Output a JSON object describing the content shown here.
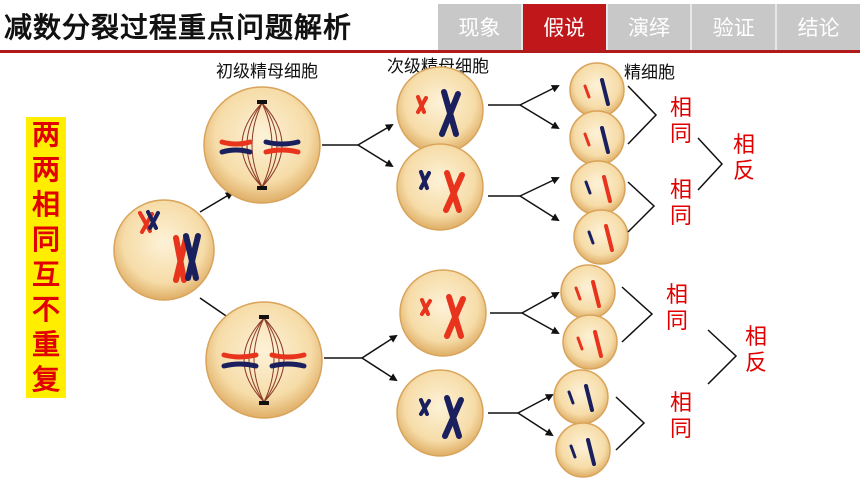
{
  "title": "减数分裂过程重点问题解析",
  "tabs": [
    {
      "label": "现象",
      "active": false
    },
    {
      "label": "假说",
      "active": true
    },
    {
      "label": "演绎",
      "active": false
    },
    {
      "label": "验证",
      "active": false
    },
    {
      "label": "结论",
      "active": false
    }
  ],
  "side_note": [
    "两",
    "两",
    "相",
    "同",
    "互",
    "不",
    "重",
    "复"
  ],
  "labels": {
    "primary": "初级精母细胞",
    "secondary": "次级精母细胞",
    "sperm": "精细胞",
    "same": "相同",
    "opposite": "相反"
  },
  "colors": {
    "accent": "#c0171b",
    "highlight": "#ffee00",
    "chrom_red": "#e8341c",
    "chrom_navy": "#1a1f5e"
  }
}
